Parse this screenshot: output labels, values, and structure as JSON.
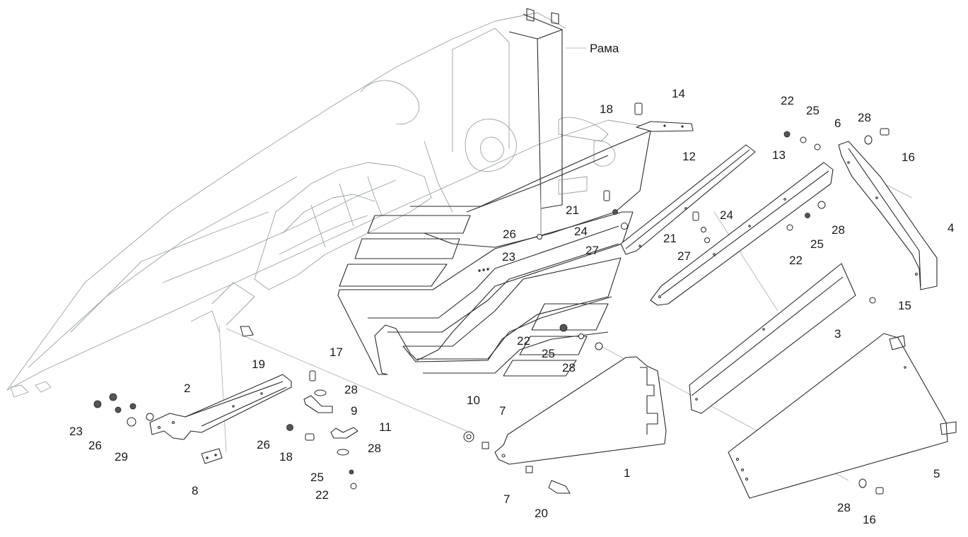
{
  "labels": {
    "frame": "Рама",
    "p1": "1",
    "p2": "2",
    "p3": "3",
    "p4": "4",
    "p5": "5",
    "p6": "6",
    "p7a": "7",
    "p7b": "7",
    "p8": "8",
    "p9": "9",
    "p10": "10",
    "p11": "11",
    "p12": "12",
    "p13": "13",
    "p14": "14",
    "p15": "15",
    "p16a": "16",
    "p16b": "16",
    "p17": "17",
    "p18a": "18",
    "p18b": "18",
    "p19": "19",
    "p20": "20",
    "p21a": "21",
    "p21b": "21",
    "p22a": "22",
    "p22b": "22",
    "p22c": "22",
    "p22d": "22",
    "p23a": "23",
    "p23b": "23",
    "p24a": "24",
    "p24b": "24",
    "p25a": "25",
    "p25b": "25",
    "p25c": "25",
    "p25d": "25",
    "p26a": "26",
    "p26b": "26",
    "p26c": "26",
    "p27a": "27",
    "p27b": "27",
    "p28a": "28",
    "p28b": "28",
    "p28c": "28",
    "p28d": "28",
    "p28e": "28",
    "p28f": "28",
    "p29": "29"
  }
}
